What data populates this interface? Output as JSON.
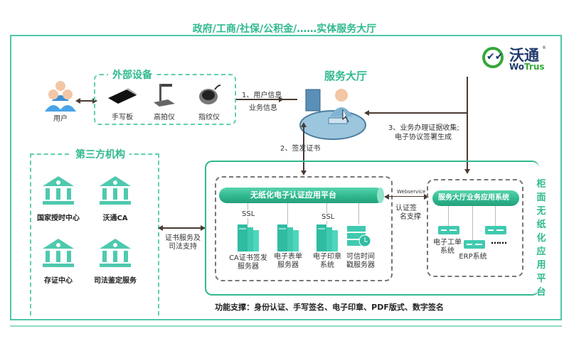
{
  "header": {
    "title": "政府/工商/社保/公积金/……实体服务大厅"
  },
  "logo": {
    "cn": "沃通",
    "en_part1": "Wo",
    "en_part2": "Trus",
    "registered": "®"
  },
  "user": {
    "label": "用户"
  },
  "external_devices": {
    "title": "外部设备",
    "items": [
      {
        "label": "手写板",
        "icon": "signature-pad-icon"
      },
      {
        "label": "高拍仪",
        "icon": "document-camera-icon"
      },
      {
        "label": "指纹仪",
        "icon": "fingerprint-scanner-icon"
      }
    ]
  },
  "service_hall": {
    "title": "服务大厅"
  },
  "arrows": {
    "step1_line1": "1、用户信息",
    "step1_line2": "业务信息",
    "step2": "2、签发证书",
    "step3_line1": "3、业务办理证据收集;",
    "step3_line2": "电子协议签署生成",
    "cert_support_line1": "证书服务及",
    "cert_support_line2": "司法支持",
    "webservice": "Webservice",
    "auth_sign_line1": "认证签",
    "auth_sign_line2": "名支撑"
  },
  "third_party": {
    "title": "第三方机构",
    "items": [
      {
        "label": "国家授时中心",
        "icon": "institution-icon"
      },
      {
        "label": "沃通CA",
        "icon": "institution-icon"
      },
      {
        "label": "存证中心",
        "icon": "institution-icon"
      },
      {
        "label": "司法鉴定服务",
        "icon": "institution-icon"
      }
    ]
  },
  "paperless_platform": {
    "title": "无纸化电子认证应用平台",
    "ssl_label": "SSL",
    "servers": [
      {
        "line1": "CA证书签发",
        "line2": "服务器"
      },
      {
        "line1": "电子表单",
        "line2": "服务器"
      },
      {
        "line1": "电子印章",
        "line2": "系统"
      },
      {
        "line1": "可信时间",
        "line2": "戳服务器"
      }
    ]
  },
  "hall_system": {
    "title": "服务大厅业务应用系统",
    "items": [
      {
        "line1": "电子工单",
        "line2": "系统"
      },
      {
        "line1": "ERP系统",
        "line2": ""
      },
      {
        "line1": "",
        "line2": ""
      }
    ],
    "ellipsis": "……"
  },
  "side_title": [
    "柜",
    "面",
    "无",
    "纸",
    "化",
    "应",
    "用",
    "平",
    "台"
  ],
  "footer": {
    "functions": "功能支撑：身份认证、手写签名、电子印章、PDF版式、数字签名"
  },
  "colors": {
    "accent": "#2fb98f",
    "border": "#4fc7a9",
    "logo_green": "#35a83a",
    "logo_navy": "#1f3a6b",
    "arrow": "#4a3a32"
  }
}
